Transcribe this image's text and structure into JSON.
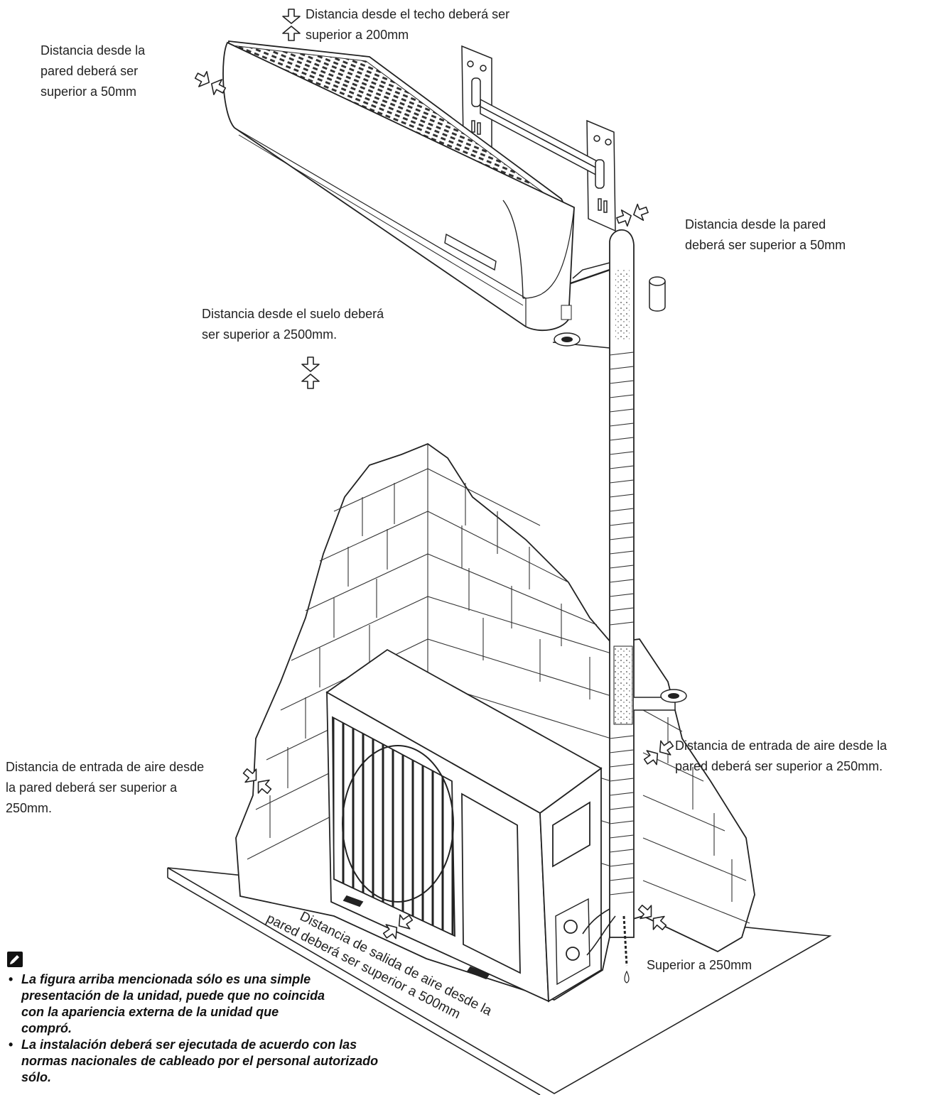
{
  "labels": {
    "ceiling": "Distancia desde el techo deberá ser\nsuperior a 200mm",
    "wall_left_indoor": "Distancia desde la\npared deberá ser\nsuperior a 50mm",
    "wall_right_indoor": "Distancia desde la pared\ndeberá ser superior a 50mm",
    "floor": "Distancia desde el suelo deberá\nser superior a 2500mm.",
    "inlet_left": "Distancia de entrada de aire desde\nla pared deberá ser superior a\n250mm.",
    "inlet_right": "Distancia de entrada de aire desde la\npared deberá ser superior a 250mm.",
    "outlet_line1": "Distancia de salida de aire desde la",
    "outlet_line2": "pared deberá ser superior a 500mm",
    "side_clearance": "Superior a 250mm"
  },
  "notes": [
    "La figura arriba mencionada sólo es una simple\npresentación de la unidad, puede que no coincida\ncon la apariencia externa de la unidad que\ncompró.",
    "La instalación deberá ser ejecutada de acuerdo con las\nnormas nacionales de cableado por el personal autorizado\nsólo."
  ],
  "icons": {
    "note": "pencil-note-icon",
    "arrows": "double-arrow-icon"
  },
  "colors": {
    "line": "#222222",
    "background": "#ffffff"
  }
}
